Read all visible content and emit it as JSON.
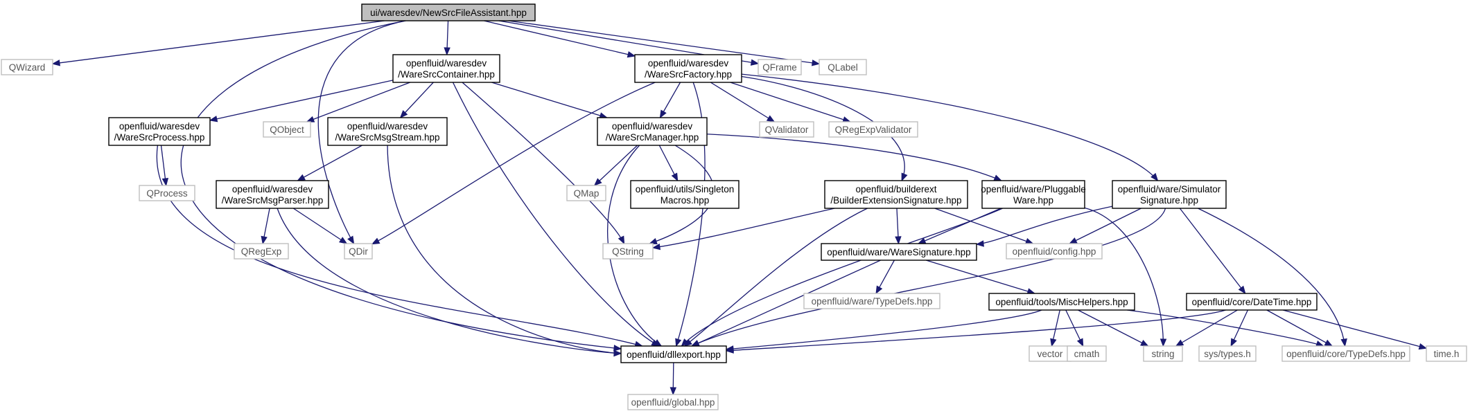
{
  "colors": {
    "edge": "#191970",
    "root_fill": "#bfbfbf",
    "documented_border": "#000000",
    "external_border": "#bfbfbf",
    "external_text": "#555555"
  },
  "nodes": [
    {
      "id": "root",
      "kind": "root",
      "lines": [
        "ui/waresdev/NewSrcFileAssistant.hpp"
      ]
    },
    {
      "id": "qwizard",
      "kind": "ext",
      "lines": [
        "QWizard"
      ]
    },
    {
      "id": "container",
      "kind": "doc",
      "lines": [
        "openfluid/waresdev",
        "/WareSrcContainer.hpp"
      ]
    },
    {
      "id": "factory",
      "kind": "doc",
      "lines": [
        "openfluid/waresdev",
        "/WareSrcFactory.hpp"
      ]
    },
    {
      "id": "qframe",
      "kind": "ext",
      "lines": [
        "QFrame"
      ]
    },
    {
      "id": "qlabel",
      "kind": "ext",
      "lines": [
        "QLabel"
      ]
    },
    {
      "id": "process",
      "kind": "doc",
      "lines": [
        "openfluid/waresdev",
        "/WareSrcProcess.hpp"
      ]
    },
    {
      "id": "qobject",
      "kind": "ext",
      "lines": [
        "QObject"
      ]
    },
    {
      "id": "msgstream",
      "kind": "doc",
      "lines": [
        "openfluid/waresdev",
        "/WareSrcMsgStream.hpp"
      ]
    },
    {
      "id": "manager",
      "kind": "doc",
      "lines": [
        "openfluid/waresdev",
        "/WareSrcManager.hpp"
      ]
    },
    {
      "id": "qvalidator",
      "kind": "ext",
      "lines": [
        "QValidator"
      ]
    },
    {
      "id": "qregexpvalidator",
      "kind": "ext",
      "lines": [
        "QRegExpValidator"
      ]
    },
    {
      "id": "simsig",
      "kind": "doc",
      "lines": [
        "openfluid/ware/Simulator",
        "Signature.hpp"
      ]
    },
    {
      "id": "qprocess",
      "kind": "ext",
      "lines": [
        "QProcess"
      ]
    },
    {
      "id": "msgparser",
      "kind": "doc",
      "lines": [
        "openfluid/waresdev",
        "/WareSrcMsgParser.hpp"
      ]
    },
    {
      "id": "qmap",
      "kind": "ext",
      "lines": [
        "QMap"
      ]
    },
    {
      "id": "singleton",
      "kind": "doc",
      "lines": [
        "openfluid/utils/Singleton",
        "Macros.hpp"
      ]
    },
    {
      "id": "builderext",
      "kind": "doc",
      "lines": [
        "openfluid/builderext",
        "/BuilderExtensionSignature.hpp"
      ]
    },
    {
      "id": "pluggable",
      "kind": "doc",
      "lines": [
        "openfluid/ware/Pluggable",
        "Ware.hpp"
      ]
    },
    {
      "id": "qregexp",
      "kind": "ext",
      "lines": [
        "QRegExp"
      ]
    },
    {
      "id": "qdir",
      "kind": "ext",
      "lines": [
        "QDir"
      ]
    },
    {
      "id": "qstring",
      "kind": "ext",
      "lines": [
        "QString"
      ]
    },
    {
      "id": "waresig",
      "kind": "doc",
      "lines": [
        "openfluid/ware/WareSignature.hpp"
      ]
    },
    {
      "id": "config",
      "kind": "ext",
      "lines": [
        "openfluid/config.hpp"
      ]
    },
    {
      "id": "waretypedefs",
      "kind": "ext",
      "lines": [
        "openfluid/ware/TypeDefs.hpp"
      ]
    },
    {
      "id": "mischelpers",
      "kind": "doc",
      "lines": [
        "openfluid/tools/MiscHelpers.hpp"
      ]
    },
    {
      "id": "datetime",
      "kind": "doc",
      "lines": [
        "openfluid/core/DateTime.hpp"
      ]
    },
    {
      "id": "dllexport",
      "kind": "doc",
      "lines": [
        "openfluid/dllexport.hpp"
      ]
    },
    {
      "id": "vector",
      "kind": "ext",
      "lines": [
        "vector"
      ]
    },
    {
      "id": "cmath",
      "kind": "ext",
      "lines": [
        "cmath"
      ]
    },
    {
      "id": "string",
      "kind": "ext",
      "lines": [
        "string"
      ]
    },
    {
      "id": "systypes",
      "kind": "ext",
      "lines": [
        "sys/types.h"
      ]
    },
    {
      "id": "coretypedefs",
      "kind": "ext",
      "lines": [
        "openfluid/core/TypeDefs.hpp"
      ]
    },
    {
      "id": "timeh",
      "kind": "ext",
      "lines": [
        "time.h"
      ]
    },
    {
      "id": "global",
      "kind": "ext",
      "lines": [
        "openfluid/global.hpp"
      ]
    }
  ],
  "edges": [
    [
      "root",
      "qwizard"
    ],
    [
      "root",
      "container"
    ],
    [
      "root",
      "factory"
    ],
    [
      "root",
      "qframe"
    ],
    [
      "root",
      "qlabel"
    ],
    [
      "root",
      "qdir"
    ],
    [
      "root",
      "dllexport"
    ],
    [
      "container",
      "process"
    ],
    [
      "container",
      "qobject"
    ],
    [
      "container",
      "msgstream"
    ],
    [
      "container",
      "manager"
    ],
    [
      "container",
      "qstring"
    ],
    [
      "container",
      "dllexport"
    ],
    [
      "factory",
      "manager"
    ],
    [
      "factory",
      "qvalidator"
    ],
    [
      "factory",
      "qregexpvalidator"
    ],
    [
      "factory",
      "builderext"
    ],
    [
      "factory",
      "simsig"
    ],
    [
      "factory",
      "qdir"
    ],
    [
      "factory",
      "dllexport"
    ],
    [
      "process",
      "qprocess"
    ],
    [
      "process",
      "dllexport"
    ],
    [
      "msgstream",
      "msgparser"
    ],
    [
      "msgstream",
      "dllexport"
    ],
    [
      "msgparser",
      "qregexp"
    ],
    [
      "msgparser",
      "qdir"
    ],
    [
      "msgparser",
      "dllexport"
    ],
    [
      "manager",
      "qmap"
    ],
    [
      "manager",
      "singleton"
    ],
    [
      "manager",
      "pluggable"
    ],
    [
      "manager",
      "qstring"
    ],
    [
      "manager",
      "dllexport"
    ],
    [
      "builderext",
      "qstring"
    ],
    [
      "builderext",
      "waresig"
    ],
    [
      "builderext",
      "config"
    ],
    [
      "builderext",
      "dllexport"
    ],
    [
      "pluggable",
      "waresig"
    ],
    [
      "pluggable",
      "string"
    ],
    [
      "pluggable",
      "dllexport"
    ],
    [
      "simsig",
      "waresig"
    ],
    [
      "simsig",
      "config"
    ],
    [
      "simsig",
      "datetime"
    ],
    [
      "simsig",
      "coretypedefs"
    ],
    [
      "simsig",
      "dllexport"
    ],
    [
      "waresig",
      "waretypedefs"
    ],
    [
      "waresig",
      "mischelpers"
    ],
    [
      "waresig",
      "dllexport"
    ],
    [
      "mischelpers",
      "vector"
    ],
    [
      "mischelpers",
      "cmath"
    ],
    [
      "mischelpers",
      "string"
    ],
    [
      "mischelpers",
      "coretypedefs"
    ],
    [
      "mischelpers",
      "dllexport"
    ],
    [
      "datetime",
      "string"
    ],
    [
      "datetime",
      "systypes"
    ],
    [
      "datetime",
      "timeh"
    ],
    [
      "datetime",
      "coretypedefs"
    ],
    [
      "datetime",
      "dllexport"
    ],
    [
      "dllexport",
      "global"
    ]
  ]
}
